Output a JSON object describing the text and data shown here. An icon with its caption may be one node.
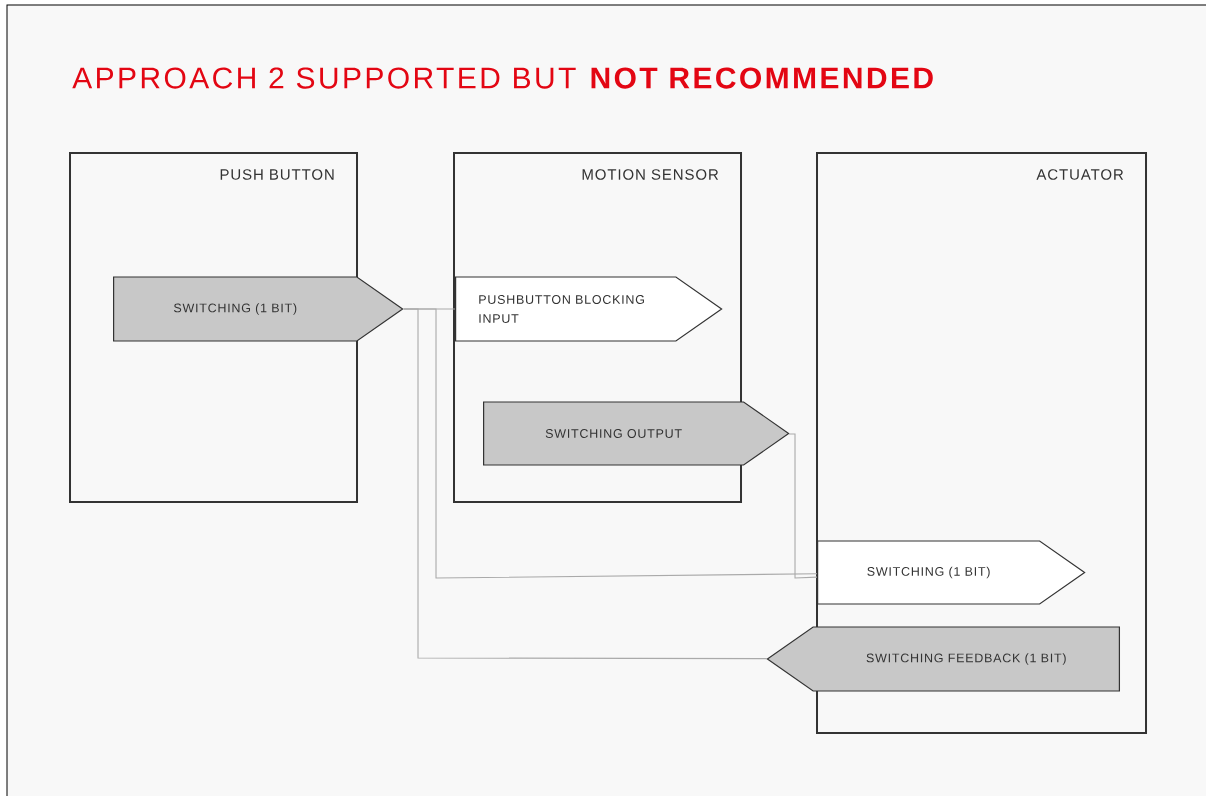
{
  "diagram": {
    "title": "APPROACH 2 SUPPORTED BUT **NOT RECOMMENDED**",
    "nodes": [
      {
        "text": [
          "PUSH BUTTON"
        ]
      },
      {
        "text": [
          "SWITCHING (1 BIT)"
        ]
      },
      {
        "text": [
          "MOTION SENSOR"
        ]
      },
      {
        "text": [
          "PUSHBUTTON BLOCKING INPUT"
        ],
        "in": 2
      },
      {
        "text": [
          "SWITCHING OUTPUT"
        ]
      },
      {
        "text": [
          "ACTUATOR"
        ]
      },
      {
        "text": [
          "SWITCHING (1 BIT)"
        ],
        "in": 5
      },
      {
        "text": [
          "SWITCHING FEEDBACK (1 BIT)"
        ]
      }
    ],
    "edges": [
      {
        "from": 1,
        "to": 3,
        "arrow": "none"
      },
      {
        "from": 1,
        "to": 6,
        "arrow": "none"
      },
      {
        "from": 4,
        "to": 6,
        "arrow": "none"
      },
      {
        "from": 7,
        "to": 1,
        "arrow": "none"
      }
    ]
  }
}
